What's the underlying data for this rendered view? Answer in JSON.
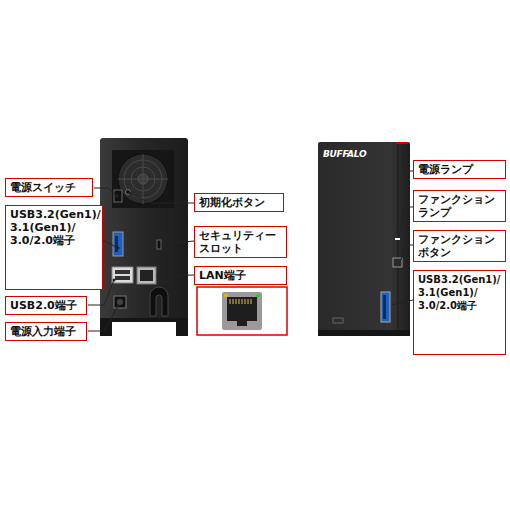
{
  "diagram": {
    "nodes": [
      {
        "text": [
          "電源スイッチ"
        ]
      },
      {
        "text": [
          "USB3.2(Gen1)/ 3.1(Gen1)/ 3.0/2.0端子"
        ]
      },
      {
        "text": [
          "USB2.0端子"
        ]
      },
      {
        "text": [
          "電源入力端子"
        ]
      },
      {
        "text": [
          "初期化ボタン"
        ]
      },
      {
        "text": [
          "セキュリティー スロット"
        ]
      },
      {
        "text": [
          "LAN端子"
        ]
      },
      {
        "text": [
          "電源ランプ"
        ]
      },
      {
        "text": [
          "ファンクション ランプ"
        ]
      },
      {
        "text": [
          "ファンクション ボタン"
        ]
      },
      {
        "text": [
          "USB3.2(Gen1)/ 3.1(Gen1)/ 3.0/2.0端子"
        ]
      }
    ],
    "labels": [
      "BUFFALO"
    ]
  }
}
